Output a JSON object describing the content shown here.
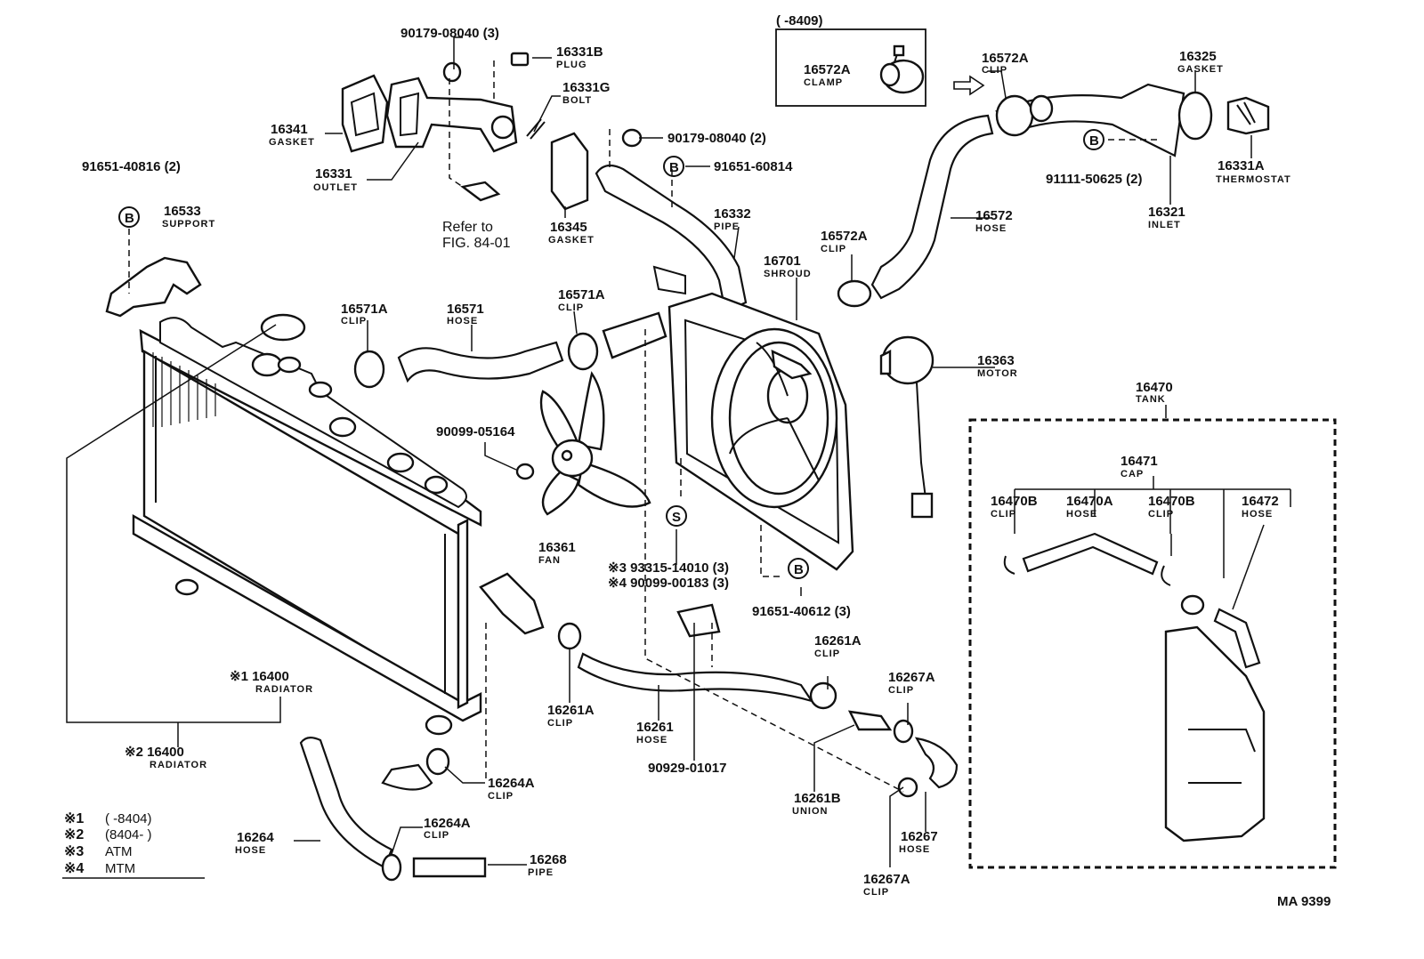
{
  "diagram": {
    "parts": {
      "p90179_top": {
        "code": "90179-08040 (3)"
      },
      "p16331B": {
        "code": "16331B",
        "name": "PLUG"
      },
      "p16331G": {
        "code": "16331G",
        "name": "BOLT"
      },
      "p16341": {
        "code": "16341",
        "name": "GASKET"
      },
      "p16331": {
        "code": "16331",
        "name": "OUTLET"
      },
      "p90179_mid": {
        "code": "90179-08040 (2)"
      },
      "p91651_60814": {
        "code": "91651-60814"
      },
      "p91651_40816": {
        "code": "91651-40816 (2)"
      },
      "p16533": {
        "code": "16533",
        "name": "SUPPORT"
      },
      "refer": {
        "line1": "Refer to",
        "line2": "FIG. 84-01"
      },
      "p16345": {
        "code": "16345",
        "name": "GASKET"
      },
      "p16332": {
        "code": "16332",
        "name": "PIPE"
      },
      "p16701": {
        "code": "16701",
        "name": "SHROUD"
      },
      "p16572A_top": {
        "code": "16572A",
        "name": "CLIP"
      },
      "p16572A_box": {
        "code": "16572A",
        "name": "CLAMP"
      },
      "box_range": {
        "text": "(        -8409)"
      },
      "p16325": {
        "code": "16325",
        "name": "GASKET"
      },
      "p16331A": {
        "code": "16331A",
        "name": "THERMOSTAT"
      },
      "p91111": {
        "code": "91111-50625 (2)"
      },
      "p16321": {
        "code": "16321",
        "name": "INLET"
      },
      "p16572": {
        "code": "16572",
        "name": "HOSE"
      },
      "p16572A_mid": {
        "code": "16572A",
        "name": "CLIP"
      },
      "p16571A_left": {
        "code": "16571A",
        "name": "CLIP"
      },
      "p16571": {
        "code": "16571",
        "name": "HOSE"
      },
      "p16571A_right": {
        "code": "16571A",
        "name": "CLIP"
      },
      "p16363": {
        "code": "16363",
        "name": "MOTOR"
      },
      "p16470": {
        "code": "16470",
        "name": "TANK"
      },
      "p90099_05164": {
        "code": "90099-05164"
      },
      "p16361": {
        "code": "16361",
        "name": "FAN"
      },
      "p16471": {
        "code": "16471",
        "name": "CAP"
      },
      "p16470B_l": {
        "code": "16470B",
        "name": "CLIP"
      },
      "p16470A": {
        "code": "16470A",
        "name": "HOSE"
      },
      "p16470B_r": {
        "code": "16470B",
        "name": "CLIP"
      },
      "p16472": {
        "code": "16472",
        "name": "HOSE"
      },
      "p93315": {
        "code": "※3 93315-14010 (3)"
      },
      "p90099_00183": {
        "code": "※4 90099-00183 (3)"
      },
      "p91651_40612": {
        "code": "91651-40612 (3)"
      },
      "p16400_1": {
        "code": "※1 16400",
        "name": "RADIATOR"
      },
      "p16400_2": {
        "code": "※2 16400",
        "name": "RADIATOR"
      },
      "p16261A_left": {
        "code": "16261A",
        "name": "CLIP"
      },
      "p16261": {
        "code": "16261",
        "name": "HOSE"
      },
      "p90929": {
        "code": "90929-01017"
      },
      "p16261A_right": {
        "code": "16261A",
        "name": "CLIP"
      },
      "p16267A_top": {
        "code": "16267A",
        "name": "CLIP"
      },
      "p16261B": {
        "code": "16261B",
        "name": "UNION"
      },
      "p16267": {
        "code": "16267",
        "name": "HOSE"
      },
      "p16267A_bot": {
        "code": "16267A",
        "name": "CLIP"
      },
      "p16264A_right": {
        "code": "16264A",
        "name": "CLIP"
      },
      "p16264A_bot": {
        "code": "16264A",
        "name": "CLIP"
      },
      "p16264": {
        "code": "16264",
        "name": "HOSE"
      },
      "p16268": {
        "code": "16268",
        "name": "PIPE"
      }
    },
    "legend": [
      {
        "mark": "※1",
        "text": "(        -8404)"
      },
      {
        "mark": "※2",
        "text": "(8404-          )"
      },
      {
        "mark": "※3",
        "text": "ATM"
      },
      {
        "mark": "※4",
        "text": "MTM"
      }
    ],
    "bolt_letter_b": "B",
    "bolt_letter_s": "S",
    "fig_code": "MA 9399"
  }
}
